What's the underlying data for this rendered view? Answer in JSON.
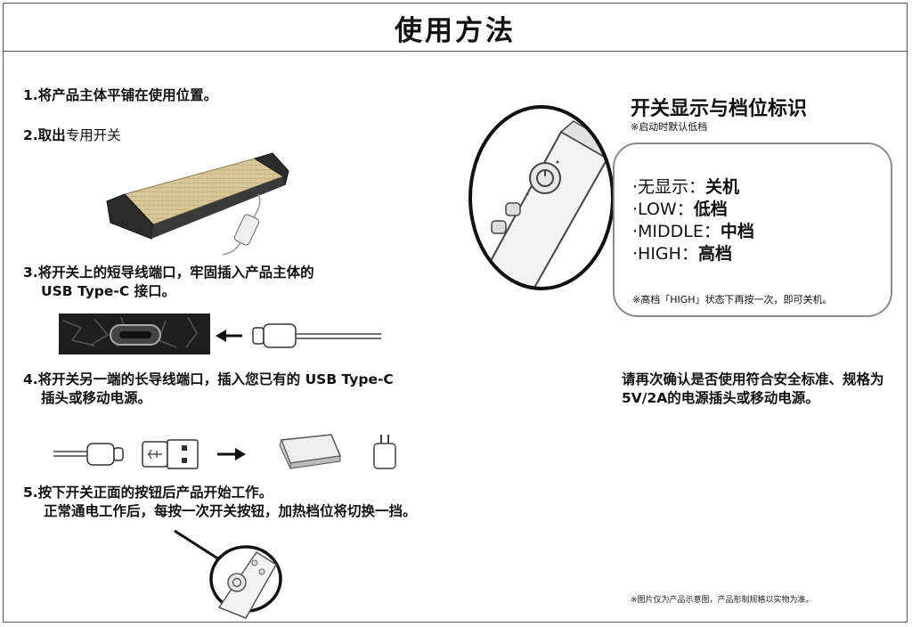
{
  "title": "使用方法",
  "steps": {
    "s1": "1.将产品主体平铺在使用位置。",
    "s2_bold": "2.取出",
    "s2_rest": "专用开关",
    "s3_line1": "3.将开关上的短导线端口，牢固插入产品主体的",
    "s3_line2": "USB Type-C 接口。",
    "s4_line1": "4.将开关另一端的长导线端口，插入您已有的 USB Type-C",
    "s4_line2": "插头或移动电源。",
    "s5_line1": "5.按下开关正面的按钮后产品开始工作。",
    "s5_line2": "正常通电工作后，每按一次开关按钮，加热档位将切换一挡。"
  },
  "switch_panel": {
    "title": "开关显示与档位标识",
    "subtitle": "※启动时默认低档",
    "modes": [
      {
        "indicator": "·无显示：",
        "level": "关机"
      },
      {
        "indicator": "·LOW：",
        "level": "低档"
      },
      {
        "indicator": "·MIDDLE：",
        "level": "中档"
      },
      {
        "indicator": "·HIGH：",
        "level": "高档"
      }
    ],
    "note": "※高档「HIGH」状态下再按一次，即可关机。"
  },
  "safety_note": "请再次确认是否使用符合安全标准、规格为 5V/2A的电源插头或移动电源。",
  "disclaimer": "※图片仅为产品示意图，产品形制规格以实物为准。",
  "icons": [
    "product-mat-illustration",
    "usb-c-port-icon",
    "arrow-left-icon",
    "usb-c-cable-icon",
    "usb-a-plug-icon",
    "arrow-right-icon",
    "power-bank-icon",
    "wall-adapter-icon",
    "power-button-icon",
    "switch-controller-illustration"
  ],
  "colors": {
    "border": "#555555",
    "mat": "#d9c89a",
    "mat_end": "#2b2b2b",
    "panel_border": "#8a8a8a"
  }
}
